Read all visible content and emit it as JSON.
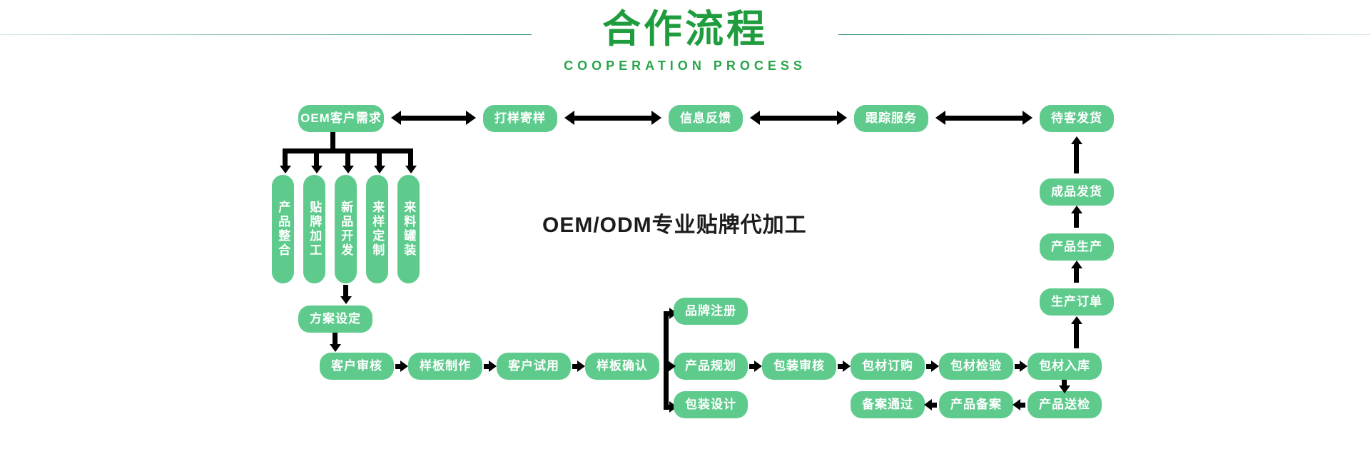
{
  "header": {
    "title": "合作流程",
    "subtitle": "COOPERATION PROCESS",
    "accent_color": "#1f9c3d",
    "rule_color": "#2f8f7d"
  },
  "center_label": "OEM/ODM专业贴牌代加工",
  "theme": {
    "pill_color": "#5ecb8d",
    "pill_text_color": "#ffffff",
    "arrow_color": "#000000",
    "background": "#ffffff"
  },
  "flow": {
    "top_row": [
      {
        "id": "oem-demand",
        "label": "OEM客户需求"
      },
      {
        "id": "sampling",
        "label": "打样寄样"
      },
      {
        "id": "feedback",
        "label": "信息反馈"
      },
      {
        "id": "tracking",
        "label": "跟踪服务"
      },
      {
        "id": "await-ship",
        "label": "待客发货"
      }
    ],
    "top_row_connectors": [
      "double",
      "double",
      "double",
      "double"
    ],
    "service_column": [
      {
        "id": "product-integration",
        "label": "产品整合"
      },
      {
        "id": "oem-processing",
        "label": "贴牌加工"
      },
      {
        "id": "new-product",
        "label": "新品开发"
      },
      {
        "id": "sample-custom",
        "label": "来样定制"
      },
      {
        "id": "material-filling",
        "label": "来料罐装"
      }
    ],
    "plan": {
      "id": "plan-setting",
      "label": "方案设定"
    },
    "main_row": [
      {
        "id": "customer-review",
        "label": "客户审核"
      },
      {
        "id": "sample-making",
        "label": "样板制作"
      },
      {
        "id": "customer-trial",
        "label": "客户试用"
      },
      {
        "id": "sample-confirm",
        "label": "样板确认"
      },
      {
        "id": "product-planning",
        "label": "产品规划"
      },
      {
        "id": "package-review",
        "label": "包装审核"
      },
      {
        "id": "material-order",
        "label": "包材订购"
      },
      {
        "id": "material-inspect",
        "label": "包材检验"
      },
      {
        "id": "material-storage",
        "label": "包材入库"
      }
    ],
    "branch_up": {
      "id": "brand-registration",
      "label": "品牌注册"
    },
    "branch_down": {
      "id": "package-design",
      "label": "包装设计"
    },
    "bottom_row": [
      {
        "id": "filing-approved",
        "label": "备案通过"
      },
      {
        "id": "product-filing",
        "label": "产品备案"
      },
      {
        "id": "product-testing",
        "label": "产品送检"
      }
    ],
    "right_column": [
      {
        "id": "production-order",
        "label": "生产订单"
      },
      {
        "id": "product-manufacture",
        "label": "产品生产"
      },
      {
        "id": "finished-shipment",
        "label": "成品发货"
      }
    ]
  }
}
